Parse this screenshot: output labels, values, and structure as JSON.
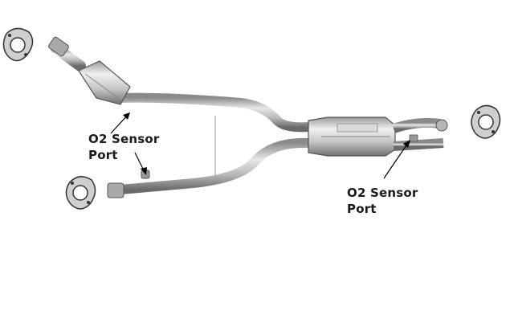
{
  "labels": {
    "left": {
      "line1": "O2 Sensor",
      "line2": "Port"
    },
    "right": {
      "line1": "O2 Sensor",
      "line2": "Port"
    }
  },
  "colors": {
    "metal": "#b9b9b9",
    "metal_dark": "#6f6f6f",
    "metal_light": "#e6e6e6",
    "text": "#1a1a1a"
  }
}
